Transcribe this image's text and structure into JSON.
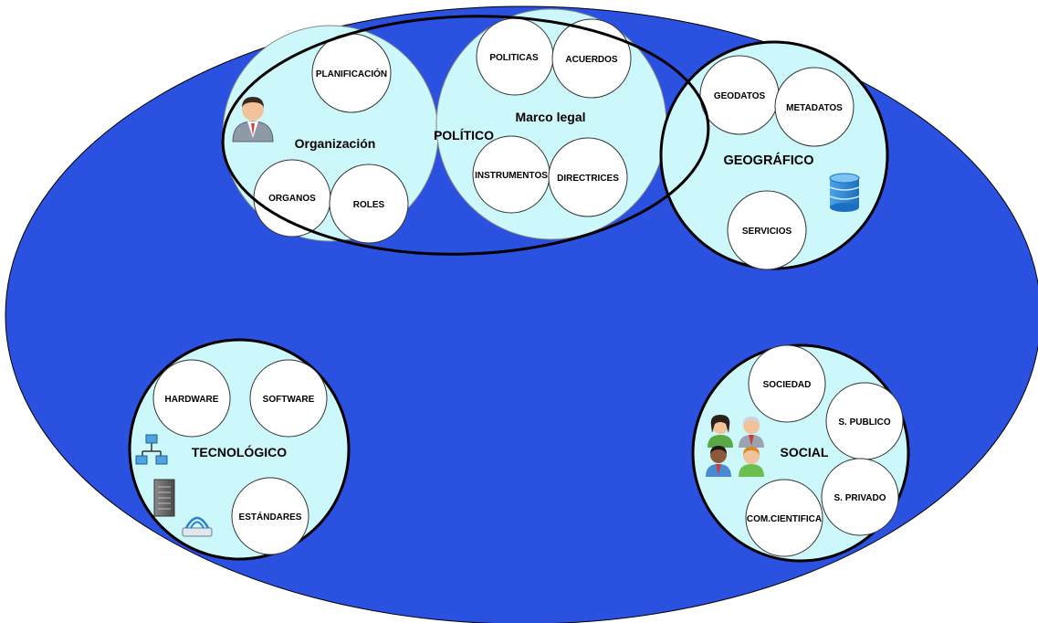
{
  "colors": {
    "background_ellipse": "#2b51e0",
    "domain_fill": "#ccf8fb",
    "item_fill": "#ffffff",
    "outline": "#000000"
  },
  "politico": {
    "label": "POLÍTICO",
    "organizacion": {
      "label": "Organización",
      "items": [
        "PLANIFICACIÓN",
        "ORGANOS",
        "ROLES"
      ],
      "icon": "businessman-icon"
    },
    "marco_legal": {
      "label": "Marco legal",
      "items": [
        "POLITICAS",
        "ACUERDOS",
        "INSTRUMENTOS",
        "DIRECTRICES"
      ]
    }
  },
  "geografico": {
    "label": "GEOGRÁFICO",
    "items": [
      "GEODATOS",
      "METADATOS",
      "SERVICIOS"
    ],
    "icon": "database-icon"
  },
  "tecnologico": {
    "label": "TECNOLÓGICO",
    "items": [
      "HARDWARE",
      "SOFTWARE",
      "ESTÁNDARES"
    ],
    "icons": [
      "network-icon",
      "server-icon",
      "router-icon"
    ]
  },
  "social": {
    "label": "SOCIAL",
    "items": [
      "SOCIEDAD",
      "S. PUBLICO",
      "S. PRIVADO",
      "COM.CIENTIFICA"
    ],
    "icon": "people-group-icon"
  }
}
